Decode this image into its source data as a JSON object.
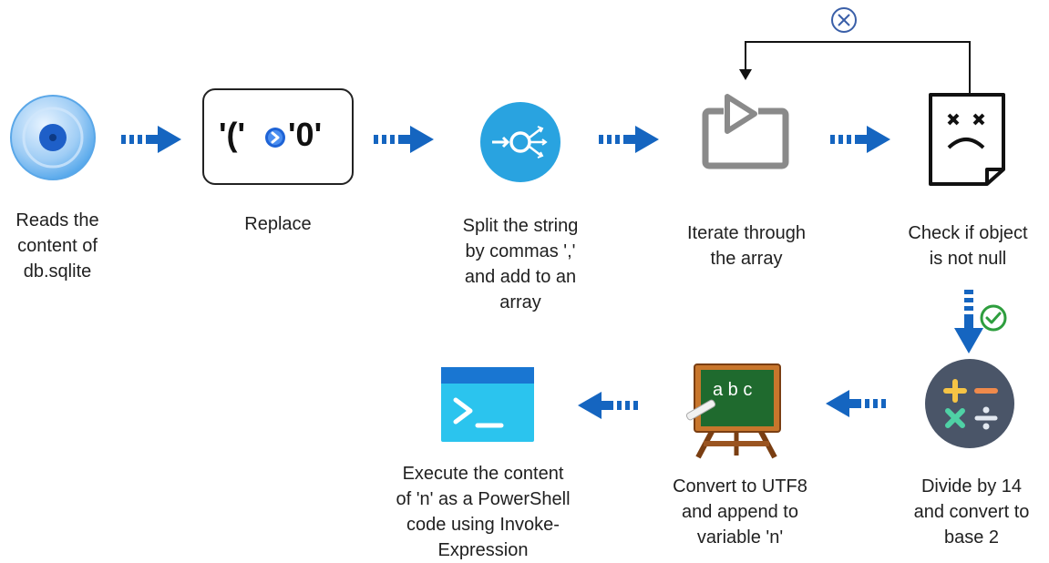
{
  "steps": {
    "read": {
      "label": "Reads the\ncontent of\ndb.sqlite",
      "icon": "disc-icon"
    },
    "replace": {
      "label": "Replace",
      "from_text": "'('",
      "to_text": "'0'",
      "icon": "replace-arrow-icon"
    },
    "split": {
      "label": "Split the string\nby commas ','\nand add to an\narray",
      "icon": "split-icon"
    },
    "iterate": {
      "label": "Iterate through\nthe array",
      "icon": "loop-icon"
    },
    "check": {
      "label": "Check if  object\nis not null",
      "icon": "sad-document-icon"
    },
    "divide": {
      "label": "Divide by 14\nand convert to\nbase 2",
      "icon": "calculator-icon"
    },
    "convert": {
      "label": "Convert to UTF8\nand append to\nvariable 'n'",
      "icon": "chalkboard-abc-icon",
      "board_text": "a b c"
    },
    "execute": {
      "label": "Execute the content\nof 'n' as a PowerShell\ncode using Invoke-\nExpression",
      "icon": "terminal-icon"
    }
  },
  "markers": {
    "fail": "cross-circle-icon",
    "success": "check-circle-icon"
  },
  "colors": {
    "arrow_blue": "#1565c0",
    "disc_blue": "#1e88e5",
    "split_blue": "#29a3e0",
    "iterate_gray": "#8a8a8a",
    "terminal_dark": "#1976d2",
    "terminal_light": "#2bc4ee",
    "calc_bg": "#4a5568",
    "success_green": "#2e9e3e"
  }
}
